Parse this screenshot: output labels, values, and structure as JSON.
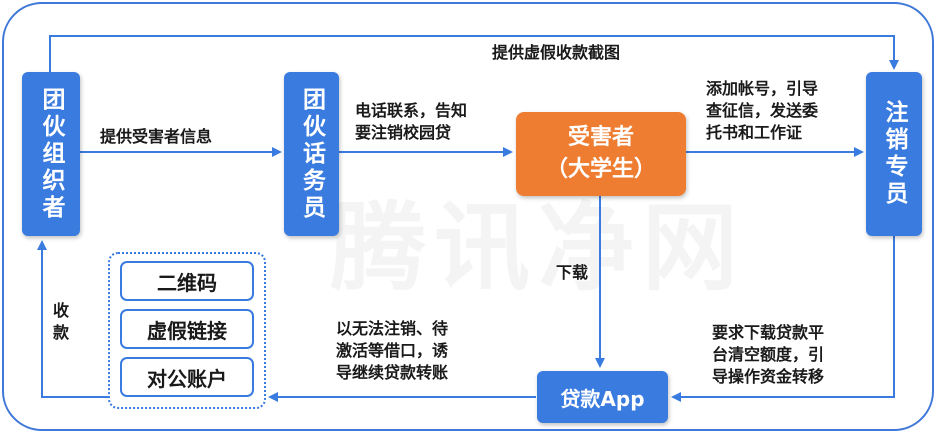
{
  "nodes": {
    "organizer": "团伙组织者",
    "caller": "团伙话务员",
    "victim_line1": "受害者",
    "victim_line2": "（大学生）",
    "agent": "注销专员",
    "app": "贷款App"
  },
  "labels": {
    "top": "提供虚假收款截图",
    "org_to_caller": "提供受害者信息",
    "caller_to_victim_1": "电话联系，告知",
    "caller_to_victim_2": "要注销校园贷",
    "victim_to_agent_1": "添加帐号，引导",
    "victim_to_agent_2": "查征信，发送委",
    "victim_to_agent_3": "托书和工作证",
    "download": "下载",
    "agent_to_app_1": "要求下载贷款平",
    "agent_to_app_2": "台清空额度，引",
    "agent_to_app_3": "导操作资金转移",
    "app_to_payment_1": "以无法注销、待",
    "app_to_payment_2": "激活等借口，诱",
    "app_to_payment_3": "导继续贷款转账",
    "collect": "收款"
  },
  "payment_methods": [
    "二维码",
    "虚假链接",
    "对公账户"
  ],
  "colors": {
    "node": "#3a7be0",
    "victim": "#ee7d31",
    "line": "#3a7be0"
  },
  "watermark": "腾讯净网"
}
